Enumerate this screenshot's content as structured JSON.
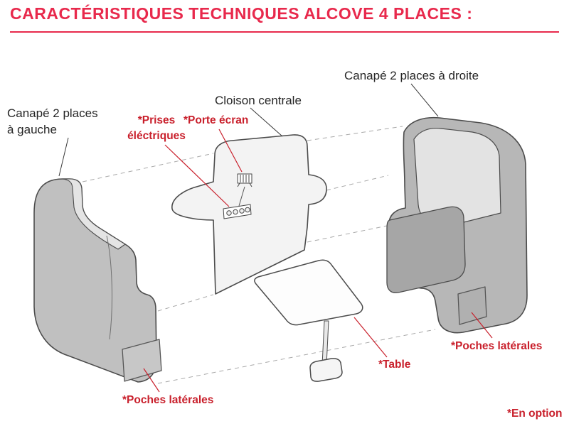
{
  "title": "CARACTÉRISTIQUES TECHNIQUES ALCOVE 4 PLACES :",
  "labels": {
    "sofa_right": "Canapé 2 places à droite",
    "partition": "Cloison centrale",
    "sofa_left": "Canapé 2 places\nà  gauche",
    "outlets": "*Prises\néléctriques",
    "screen_holder": "*Porte écran",
    "side_pockets_right": "*Poches latérales",
    "table": "*Table",
    "side_pockets_left": "*Poches latérales",
    "option_note": "*En option"
  },
  "icons": {
    "screen_holder": "screen-holder-icon",
    "outlets": "power-strip-icon"
  },
  "colors": {
    "title_red": "#e8294c",
    "label_red": "#c9202c",
    "label_black": "#262626",
    "shell_gray": "#bcbcbc",
    "inner_gray": "#e3e3e3",
    "seat_gray": "#a6a6a6",
    "partition_gray": "#f3f3f3",
    "outline_gray": "#4c4c4c"
  }
}
